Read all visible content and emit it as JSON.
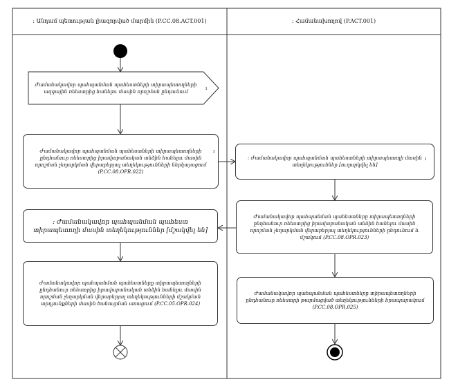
{
  "lanes": [
    {
      "title": ": Անդամ պետության լիազորված մարմին  (P.CC.08.ACT.001)"
    },
    {
      "title": ": Համանախողով (P.ACT.001)"
    }
  ],
  "nodes": {
    "send_request": "Ժամանակավոր պահպանման պահեստների տիրապետողների ազգային ռեեստրից հանելու մասին որոշման ընդունում",
    "send_info": "Ժամանակավոր պահպանման պահեստների տիրապետողների ընդհանուր ռեեստրից իրավաբանական անձին հանելու մասին որոշման չեղարկման վերաբերյալ տեղեկությունների ներկայացում (P.CC.08.OPR.022)",
    "receive_info": ": Ժամանակավոր պահպանման պահեստների տիրապետողի մասին տեղեկություններ [ուղարկվել են]",
    "process": "Ժամանակավոր պահպանման պահեստները տիրապետողների ընդհանուր ռեեստրից իրավաբանական անձին հանելու մասին որոշման չեղարկման վերաբերյալ տեղեկությունների ընդունում և մշակում (P.CC.08.OPR.023)",
    "received_back": ": Ժամանակավոր պահպանման պահեստ տիրապետողի մասին տեղեկություններ [մշակվել են]",
    "receive_notify": "Ժամանակավոր պահպանման պահեստները տիրապետողների ընդհանուր ռեեստրից իրավաբանական անձին հանելու մասին որոշման չեղարկման վերաբերյալ տեղեկությունների մշակման  արդյունքների մասին ծանուցման ստացում (P.CC.05.OPR.024)",
    "publish": "Ժամանակավոր պահպանման պահեստները տիրապետողների ընդհանուր ռեեստրի թարմացված տեղեկությունների հրապարակում (P.CC.08.OPR.025)"
  },
  "marks": {
    "tick": "ı"
  }
}
